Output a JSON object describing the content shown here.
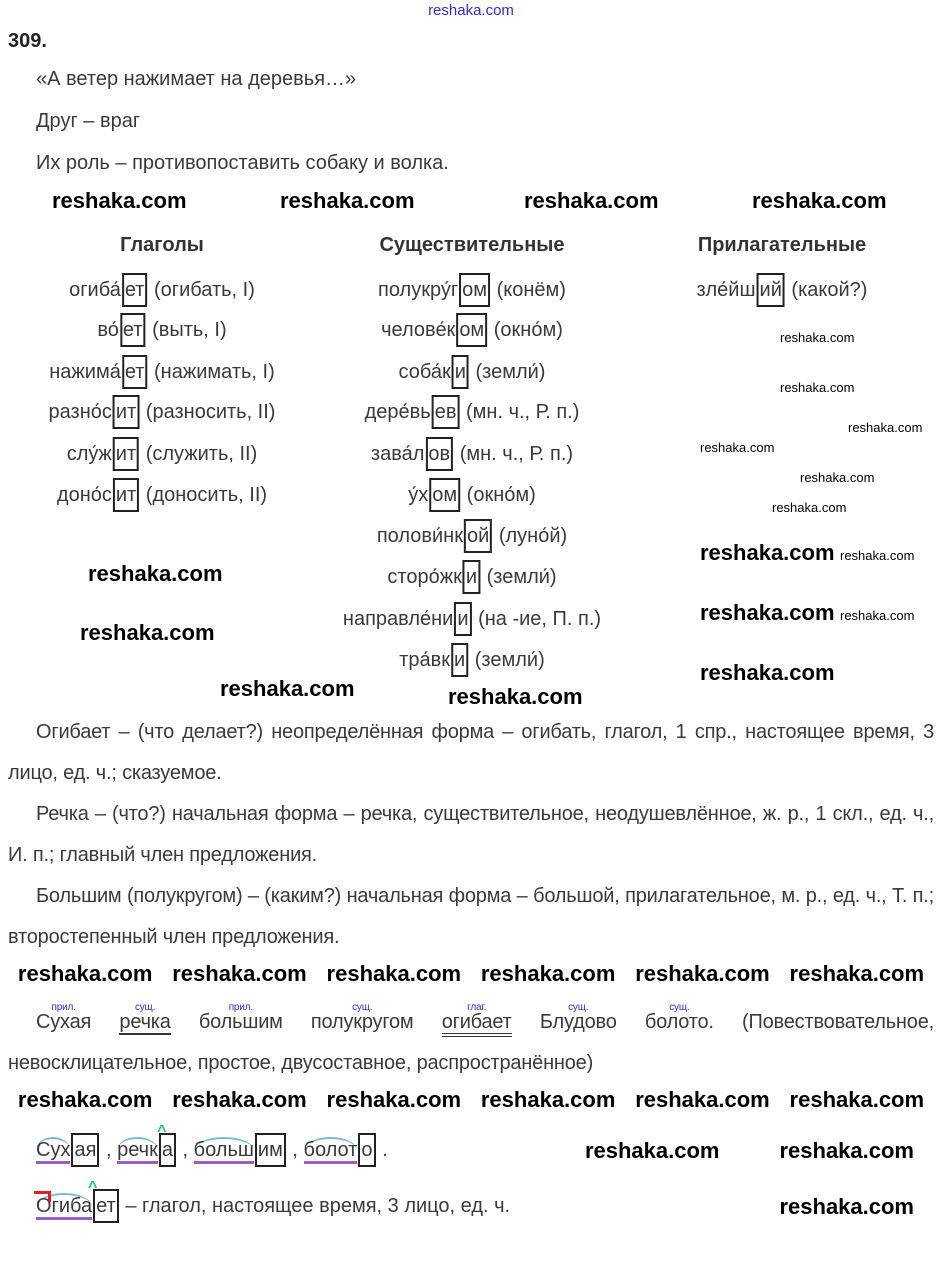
{
  "watermark": "reshaka.com",
  "exercise_number": "309.",
  "intro_lines": [
    "«А ветер нажимает на деревья…»",
    "Друг – враг",
    "Их роль – противопоставить собаку и волка."
  ],
  "headers": {
    "verbs": "Глаголы",
    "nouns": "Существительные",
    "adjectives": "Прилагательные"
  },
  "verbs": [
    {
      "stem": "огиба́",
      "ending": "ет",
      "note": " (огибать, I)"
    },
    {
      "stem": "во́",
      "ending": "ет",
      "note": " (выть, I)"
    },
    {
      "stem": "нажима́",
      "ending": "ет",
      "note": " (нажимать, I)"
    },
    {
      "stem": "разно́с",
      "ending": "ит",
      "note": " (разносить, II)"
    },
    {
      "stem": "слу́ж",
      "ending": "ит",
      "note": " (служить, II)"
    },
    {
      "stem": "доно́с",
      "ending": "ит",
      "note": " (доносить, II)"
    }
  ],
  "nouns": [
    {
      "stem": "полукру́г",
      "ending": "ом",
      "note": " (конём)"
    },
    {
      "stem": "челове́к",
      "ending": "ом",
      "note": " (окно́м)"
    },
    {
      "stem": "соба́к",
      "ending": "и",
      "note": " (земли́)"
    },
    {
      "stem": "дере́вь",
      "ending": "ев",
      "note": " (мн. ч., Р. п.)"
    },
    {
      "stem": "зава́л",
      "ending": "ов",
      "note": " (мн. ч., Р. п.)"
    },
    {
      "stem": "у́х",
      "ending": "ом",
      "note": " (окно́м)"
    },
    {
      "stem": "полови́нк",
      "ending": "ой",
      "note": " (луно́й)"
    },
    {
      "stem": "сторо́жк",
      "ending": "и",
      "note": " (земли́)"
    },
    {
      "stem": "направле́ни",
      "ending": "и",
      "note": " (на -ие, П. п.)"
    },
    {
      "stem": "тра́вк",
      "ending": "и",
      "note": " (земли́)"
    }
  ],
  "adjectives": [
    {
      "stem": "зле́йш",
      "ending": "ий",
      "note": " (какой?)"
    }
  ],
  "paragraphs": [
    "Огибает – (что делает?) неопределённая форма – огибать, глагол, 1 спр., настоящее время, 3 лицо, ед. ч.; сказуемое.",
    "Речка – (что?) начальная форма – речка, существительное, неодушевлённое, ж. р., 1 скл., ед. ч., И. п.; главный член предложения.",
    "Большим (полукругом) – (каким?) начальная форма – большой, прилагательное, м. р., ед. ч., Т. п.; второстепенный член предложения."
  ],
  "sentence": {
    "words": [
      {
        "text": "Сухая",
        "label": "прил.",
        "mark": ""
      },
      {
        "text": "речка",
        "label": "сущ.",
        "mark": "u1"
      },
      {
        "text": "большим",
        "label": "прил.",
        "mark": ""
      },
      {
        "text": "полукругом",
        "label": "сущ.",
        "mark": ""
      },
      {
        "text": "огибает",
        "label": "глаг.",
        "mark": "u2"
      },
      {
        "text": "Блудово",
        "label": "сущ.",
        "mark": ""
      },
      {
        "text": "болото.",
        "label": "сущ.",
        "mark": ""
      }
    ],
    "description": "(Повествовательное, невосклицательное, простое, двусоставное, распространённое)"
  },
  "parse": [
    {
      "stem": "Сух",
      "ending": "ая"
    },
    {
      "stem": "речк",
      "ending": "а"
    },
    {
      "stem": "больш",
      "ending": "им"
    },
    {
      "stem": "болот",
      "ending": "о"
    }
  ],
  "parse_separator": " , ",
  "parse_end": " .",
  "verb_parse": {
    "stem": "Огиба",
    "ending": "ет",
    "note": " – глагол, настоящее время, 3 лицо, ед. ч."
  }
}
